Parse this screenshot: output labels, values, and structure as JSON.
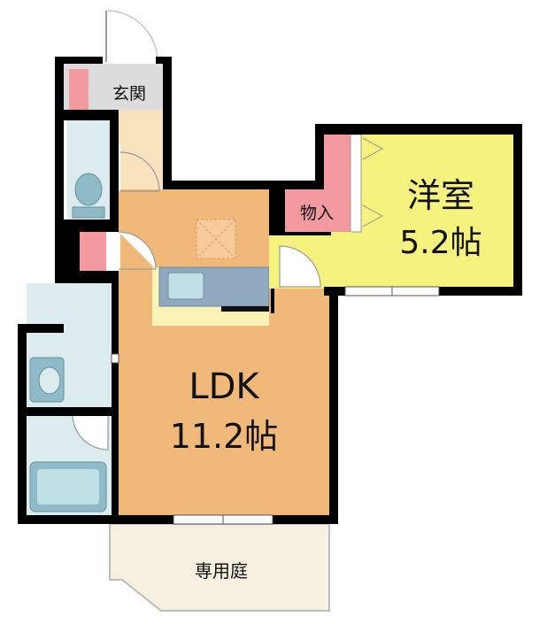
{
  "rooms": {
    "genkan": {
      "label": "玄関"
    },
    "storage": {
      "label": "物入"
    },
    "western": {
      "label": "洋室",
      "size": "5.2帖"
    },
    "ldk": {
      "label": "LDK",
      "size": "11.2帖"
    },
    "garden": {
      "label": "専用庭"
    }
  },
  "colors": {
    "wall": "#000000",
    "ldk_floor": "#f0b97a",
    "western_floor": "#f6f27e",
    "storage": "#f29aa0",
    "wet_area": "#dcebed",
    "fixture": "#8fbac7",
    "kitchen_counter": "#91a9be",
    "kitchen_area": "#fbf3b6",
    "genkan_floor": "#dcdcdc",
    "entry_floor": "#f9e3bf",
    "garden_fill": "#f5f0df",
    "skylight": "#f8c99a"
  }
}
